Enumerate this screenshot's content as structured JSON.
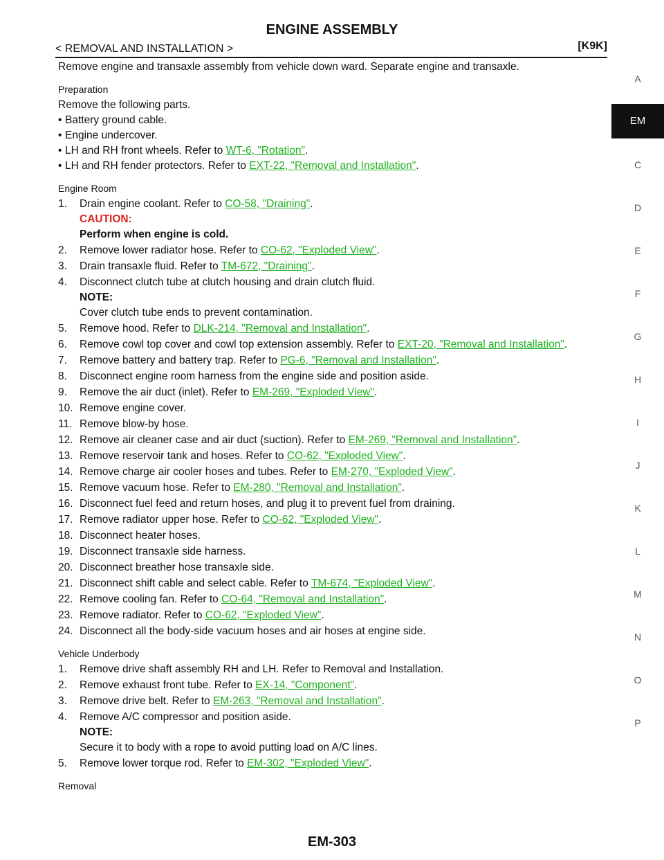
{
  "header": {
    "title": "ENGINE ASSEMBLY",
    "section": "< REMOVAL AND INSTALLATION >",
    "model": "[K9K]"
  },
  "intro": "Remove engine and transaxle assembly from vehicle down ward. Separate engine and transaxle.",
  "preparation": {
    "heading": "Preparation",
    "lead": "Remove the following parts.",
    "items": [
      {
        "text": "Battery ground cable.",
        "link": "",
        "tail": ""
      },
      {
        "text": "Engine undercover.",
        "link": "",
        "tail": ""
      },
      {
        "text": "LH and RH front wheels. Refer to ",
        "link": "WT-6, \"Rotation\"",
        "tail": "."
      },
      {
        "text": "LH and RH fender protectors. Refer to ",
        "link": "EXT-22, \"Removal and Installation\"",
        "tail": "."
      }
    ]
  },
  "engine_room": {
    "heading": "Engine Room",
    "steps": [
      {
        "num": "1.",
        "text": "Drain engine coolant. Refer to ",
        "link": "CO-58, \"Draining\"",
        "tail": ".",
        "caution": "CAUTION:",
        "caution_text": "Perform when engine is cold."
      },
      {
        "num": "2.",
        "text": "Remove lower radiator hose. Refer to ",
        "link": "CO-62, \"Exploded View\"",
        "tail": "."
      },
      {
        "num": "3.",
        "text": "Drain transaxle fluid. Refer to ",
        "link": "TM-672, \"Draining\"",
        "tail": "."
      },
      {
        "num": "4.",
        "text": "Disconnect clutch tube at clutch housing and drain clutch fluid.",
        "link": "",
        "tail": "",
        "note": "NOTE:",
        "note_text": "Cover clutch tube ends to prevent contamination."
      },
      {
        "num": "5.",
        "text": "Remove hood. Refer to ",
        "link": "DLK-214, \"Removal and Installation\"",
        "tail": "."
      },
      {
        "num": "6.",
        "text": "Remove cowl top cover and cowl top extension assembly. Refer to ",
        "link": "EXT-20, \"Removal and Installation\"",
        "tail": "."
      },
      {
        "num": "7.",
        "text": "Remove battery and battery trap. Refer to ",
        "link": "PG-6, \"Removal and Installation\"",
        "tail": "."
      },
      {
        "num": "8.",
        "text": "Disconnect engine room harness from the engine side and position aside.",
        "link": "",
        "tail": ""
      },
      {
        "num": "9.",
        "text": "Remove the air duct (inlet). Refer to ",
        "link": "EM-269, \"Exploded View\"",
        "tail": "."
      },
      {
        "num": "10.",
        "text": "Remove engine cover.",
        "link": "",
        "tail": ""
      },
      {
        "num": "11.",
        "text": "Remove blow-by hose.",
        "link": "",
        "tail": ""
      },
      {
        "num": "12.",
        "text": "Remove air cleaner case and air duct (suction). Refer to ",
        "link": "EM-269, \"Removal and Installation\"",
        "tail": "."
      },
      {
        "num": "13.",
        "text": "Remove reservoir tank and hoses. Refer to ",
        "link": "CO-62, \"Exploded View\"",
        "tail": "."
      },
      {
        "num": "14.",
        "text": "Remove charge air cooler hoses and tubes. Refer to ",
        "link": "EM-270, \"Exploded View\"",
        "tail": "."
      },
      {
        "num": "15.",
        "text": "Remove vacuum hose. Refer to ",
        "link": "EM-280, \"Removal and Installation\"",
        "tail": "."
      },
      {
        "num": "16.",
        "text": "Disconnect fuel feed and return hoses, and plug it to prevent fuel from draining.",
        "link": "",
        "tail": ""
      },
      {
        "num": "17.",
        "text": "Remove radiator upper hose. Refer to ",
        "link": "CO-62, \"Exploded View\"",
        "tail": "."
      },
      {
        "num": "18.",
        "text": "Disconnect heater hoses.",
        "link": "",
        "tail": ""
      },
      {
        "num": "19.",
        "text": "Disconnect transaxle side harness.",
        "link": "",
        "tail": ""
      },
      {
        "num": "20.",
        "text": "Disconnect breather hose transaxle side.",
        "link": "",
        "tail": ""
      },
      {
        "num": "21.",
        "text": "Disconnect shift cable and select cable. Refer to ",
        "link": "TM-674, \"Exploded View\"",
        "tail": "."
      },
      {
        "num": "22.",
        "text": "Remove cooling fan. Refer to ",
        "link": "CO-64, \"Removal and Installation\"",
        "tail": "."
      },
      {
        "num": "23.",
        "text": "Remove radiator. Refer to ",
        "link": "CO-62, \"Exploded View\"",
        "tail": "."
      },
      {
        "num": "24.",
        "text": "Disconnect all the body-side vacuum hoses and air hoses at engine side.",
        "link": "",
        "tail": ""
      }
    ]
  },
  "underbody": {
    "heading": "Vehicle Underbody",
    "steps": [
      {
        "num": "1.",
        "text": "Remove drive shaft assembly RH and LH. Refer to Removal and Installation.",
        "link": "",
        "tail": ""
      },
      {
        "num": "2.",
        "text": "Remove exhaust front tube. Refer to ",
        "link": "EX-14, \"Component\"",
        "tail": "."
      },
      {
        "num": "3.",
        "text": "Remove drive belt. Refer to ",
        "link": "EM-263, \"Removal and Installation\"",
        "tail": "."
      },
      {
        "num": "4.",
        "text": "Remove A/C compressor and position aside.",
        "link": "",
        "tail": "",
        "note": "NOTE:",
        "note_text": "Secure it to body with a rope to avoid putting load on A/C lines."
      },
      {
        "num": "5.",
        "text": "Remove lower torque rod. Refer to ",
        "link": "EM-302, \"Exploded View\"",
        "tail": "."
      }
    ]
  },
  "removal_heading": "Removal",
  "side_index": {
    "letters": [
      "A",
      "EM",
      "C",
      "D",
      "E",
      "F",
      "G",
      "H",
      "I",
      "J",
      "K",
      "L",
      "M",
      "N",
      "O",
      "P"
    ],
    "active": "EM"
  },
  "footer": "EM-303",
  "colors": {
    "link": "#1fb01f",
    "caution": "#dd2222",
    "tab": "#111111"
  }
}
